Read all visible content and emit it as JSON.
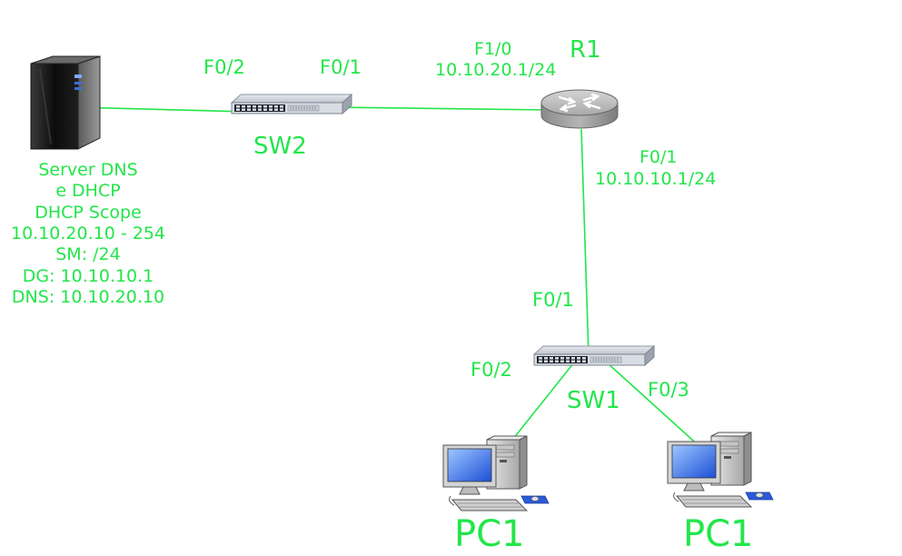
{
  "colors": {
    "accent": "#22e64a",
    "link": "#22e64a"
  },
  "devices": {
    "server": {
      "icon": "server-tower-icon",
      "label_lines": [
        "Server DNS",
        "e DHCP",
        "DHCP Scope",
        "10.10.20.10 - 254",
        "SM: /24",
        "DG: 10.10.10.1",
        "DNS: 10.10.20.10"
      ]
    },
    "sw2": {
      "icon": "switch-icon",
      "label": "SW2"
    },
    "sw1": {
      "icon": "switch-icon",
      "label": "SW1"
    },
    "r1": {
      "icon": "router-icon",
      "label": "R1"
    },
    "pc_left": {
      "icon": "desktop-pc-icon",
      "label": "PC1"
    },
    "pc_right": {
      "icon": "desktop-pc-icon",
      "label": "PC1"
    }
  },
  "ports": {
    "sw2_f02": "F0/2",
    "sw2_f01": "F0/1",
    "r1_f10": "F1/0",
    "r1_f10_ip": "10.10.20.1/24",
    "r1_f01": "F0/1",
    "r1_f01_ip": "10.10.10.1/24",
    "sw1_f01": "F0/1",
    "sw1_f02": "F0/2",
    "sw1_f03": "F0/3"
  }
}
